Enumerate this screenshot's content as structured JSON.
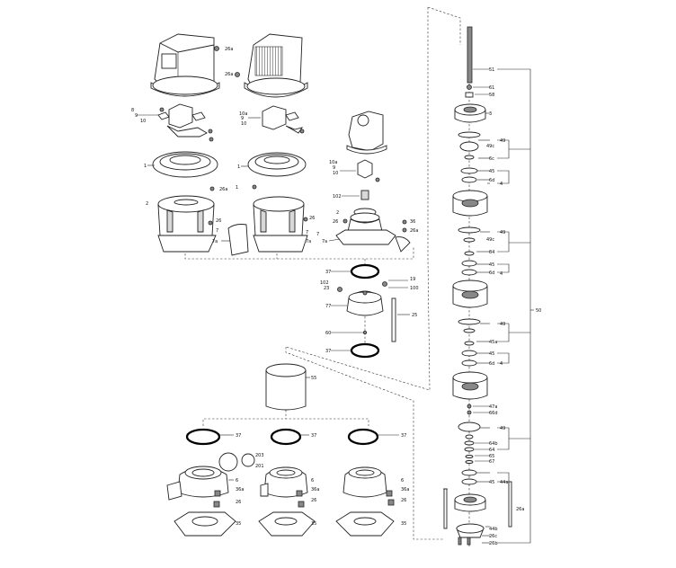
{
  "diagram": {
    "labels": {
      "l26a_top1": "26a",
      "l26a_top2": "26a",
      "l8": "8",
      "l9": "9",
      "l10": "10",
      "l10a": "10a",
      "l9b": "9",
      "l10b": "10",
      "l1": "1",
      "l1b": "1",
      "l26a_mid": "26a",
      "l2": "2",
      "l26": "26",
      "l26b": "26",
      "l7": "7",
      "l7a": "7a",
      "l7b": "7",
      "l7ab": "7a",
      "l10a2": "10a",
      "l9c": "9",
      "l10c": "10",
      "l1c": "1",
      "l102": "102",
      "l2c": "2",
      "l26c": "26",
      "l36": "36",
      "l26a_r": "26a",
      "l7c": "7",
      "l7ac": "7a",
      "l37": "37",
      "l102b": "102",
      "l19": "19",
      "l100": "100",
      "l23": "23",
      "l77": "77",
      "l25": "25",
      "l60": "60",
      "l37b": "37",
      "l55": "55",
      "l37c": "37",
      "l37d": "37",
      "l37e": "37",
      "l203": "203",
      "l201": "201",
      "l6": "6",
      "l36a": "36a",
      "l26d": "26",
      "l35": "35",
      "l6b": "6",
      "l36ab": "36a",
      "l26e": "26",
      "l35b": "35",
      "l6c": "6",
      "l36ac": "36a",
      "l26f": "26",
      "l35c": "35",
      "r51": "51",
      "r61": "61",
      "r58": "58",
      "r3": "3",
      "r49": "49",
      "r49c": "49c",
      "r6c": "6c",
      "r45": "45",
      "r6d": "6d",
      "r4": "4",
      "r49b": "49",
      "r49cb": "49c",
      "r84": "84",
      "r45b": "45",
      "r6db": "6d",
      "r4b": "4",
      "r49d": "49",
      "r45a": "45a",
      "r45c": "45",
      "r6dc": "6d",
      "r4c": "4",
      "r47a": "47a",
      "r66d": "66d",
      "r49e": "49",
      "r64b": "64b",
      "r64": "64",
      "r65": "65",
      "r67": "67",
      "r45d": "45",
      "r44a": "44a",
      "r26a": "26a",
      "r44b": "44b",
      "r26c": "26c",
      "r26b": "26b",
      "r50": "50"
    }
  }
}
